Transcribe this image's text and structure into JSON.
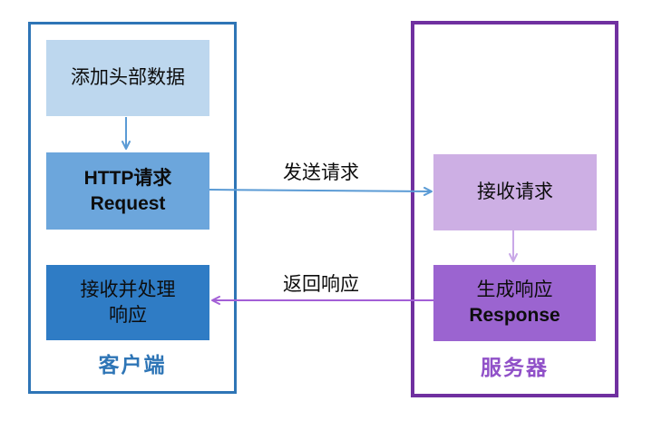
{
  "client": {
    "label": "客户端",
    "boxes": {
      "0": {
        "text": "添加头部数据"
      },
      "1": {
        "line1": "HTTP请求",
        "line2": "Request"
      },
      "2": {
        "line1": "接收并处理",
        "line2": "响应"
      }
    }
  },
  "server": {
    "label": "服务器",
    "boxes": {
      "0": {
        "text": "接收请求"
      },
      "1": {
        "line1": "生成响应",
        "line2": "Response"
      }
    }
  },
  "arrows": {
    "send_label": "发送请求",
    "return_label": "返回响应"
  },
  "colors": {
    "client_border": "#2E75B6",
    "client_label_color": "#2E75B6",
    "box_add_header": "#BDD7EE",
    "box_http_request": "#6CA6DC",
    "box_process_response": "#2F7CC5",
    "server_border": "#7030A0",
    "server_label_color": "#9050C8",
    "box_receive_request": "#CDAFE4",
    "box_generate_response": "#9B64D0",
    "arrow_blue": "#5B9BD5",
    "arrow_purple": "#A35FD6",
    "arrow_light_purple": "#C9A8E8"
  }
}
